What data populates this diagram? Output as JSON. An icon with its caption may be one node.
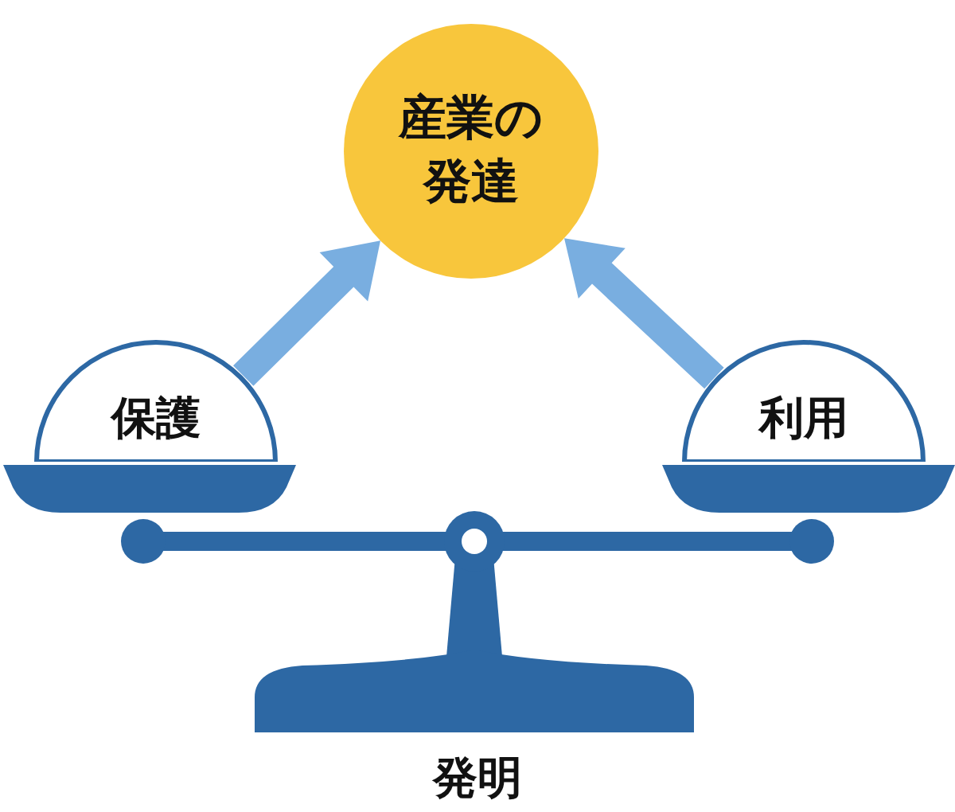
{
  "diagram": {
    "nodes": [
      {
        "text": [
          "産業の発達"
        ]
      },
      {
        "text": [
          "保護"
        ]
      },
      {
        "text": [
          "利用"
        ]
      }
    ],
    "edges": [
      {
        "from": 1,
        "to": 0,
        "arrow": "to",
        "style": "thick"
      },
      {
        "from": 2,
        "to": 0,
        "arrow": "to",
        "style": "thick"
      }
    ],
    "labels": [
      "発明"
    ]
  }
}
